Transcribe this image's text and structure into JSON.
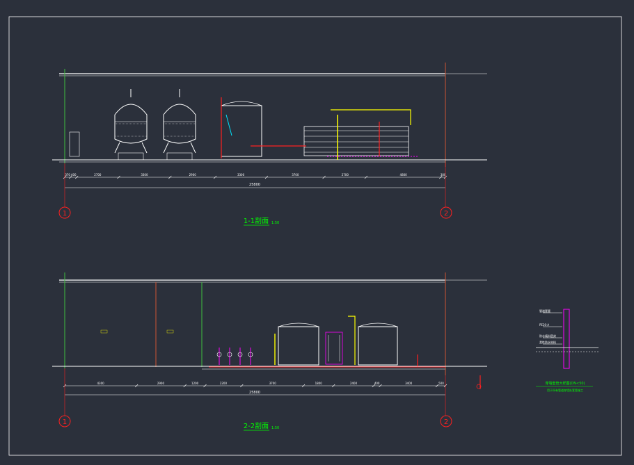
{
  "colors": {
    "background": "#2b303b",
    "frame": "#ffffff",
    "structure": "#ffffff",
    "dimension": "#ffffff",
    "equipment": "#ffffff",
    "pipe_red": "#ff2020",
    "pipe_yellow": "#ffff00",
    "pipe_magenta": "#ff00ff",
    "annotation_green": "#00ff00",
    "grid_circle": "#ff2020",
    "wall_edge_green": "#3fbf3f",
    "wall_edge_red": "#cc5533",
    "cyan": "#00e5ff"
  },
  "sections": [
    {
      "title": "1-1剖面",
      "scale": "1:50",
      "axis_left": "1",
      "axis_right": "2",
      "total_dim": "25800",
      "dims": [
        "370",
        "400",
        "2700",
        "3300",
        "2900",
        "3300",
        "3700",
        "2700",
        "4800",
        "300"
      ]
    },
    {
      "title": "2-2剖面",
      "scale": "1:50",
      "axis_left": "1",
      "axis_right": "2",
      "total_dim": "25800",
      "dims": [
        "4300",
        "2900",
        "1200",
        "2200",
        "3700",
        "1800",
        "2400",
        "400",
        "3400",
        "500"
      ]
    }
  ],
  "detail": {
    "title": "穿墙套管大样图(DN<50)",
    "subtitle": "用于所有管道穿墙处套管施工",
    "labels": [
      "管道套管",
      "PE20-A",
      "防水填料密封",
      "柔性防水材料"
    ]
  }
}
